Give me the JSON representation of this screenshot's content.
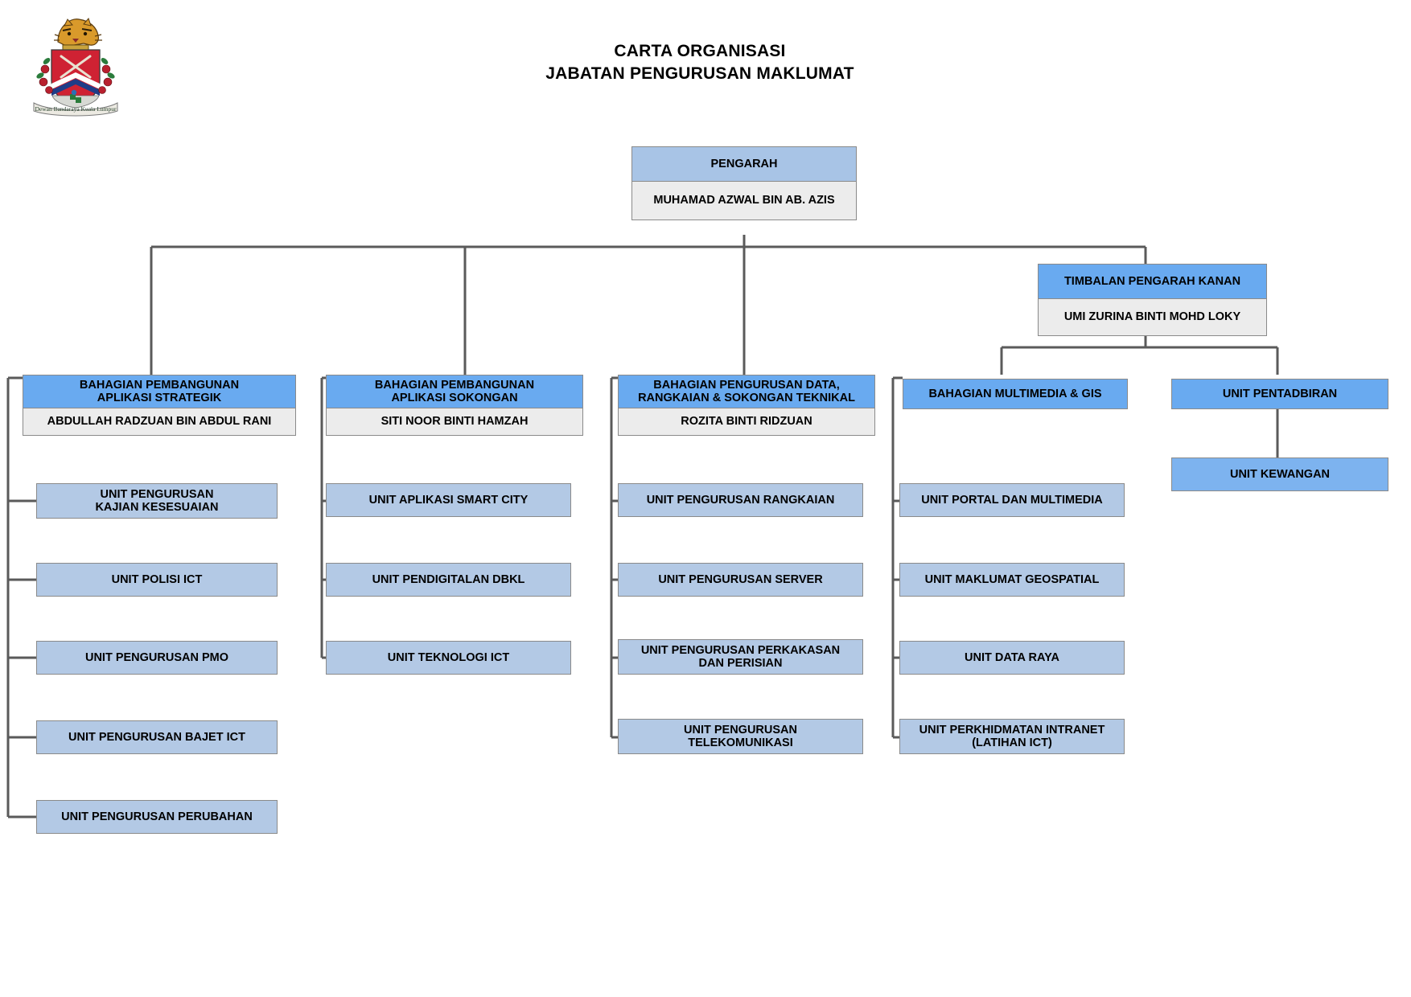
{
  "header": {
    "crest_name": "dbkl-coat-of-arms",
    "crest_motto": "Dewan Bandaraya Kuala Lumpur",
    "title_line1": "CARTA ORGANISASI",
    "title_line2": "JABATAN PENGURUSAN MAKLUMAT"
  },
  "colors": {
    "exec_title_bg": "#a8c4e6",
    "division_title_bg": "#69aaf0",
    "name_bg": "#ececec",
    "unit_bg": "#b3c9e5",
    "unit_strong_bg": "#7db3ef",
    "border": "#8a8a8a",
    "connector": "#5a5a5a",
    "text": "#000000"
  },
  "chart_data": {
    "type": "diagram",
    "title": "CARTA ORGANISASI JABATAN PENGURUSAN MAKLUMAT",
    "nodes": {
      "director": {
        "title": "PENGARAH",
        "name": "MUHAMAD AZWAL BIN AB. AZIS"
      },
      "deputy_director": {
        "title": "TIMBALAN PENGARAH KANAN",
        "name": "UMI ZURINA BINTI MOHD LOKY"
      },
      "divisions": [
        {
          "title_line1": "BAHAGIAN PEMBANGUNAN",
          "title_line2": "APLIKASI STRATEGIK",
          "name": "ABDULLAH RADZUAN BIN ABDUL RANI",
          "units": [
            {
              "line1": "UNIT PENGURUSAN",
              "line2": "KAJIAN KESESUAIAN"
            },
            {
              "line1": "UNIT POLISI ICT",
              "line2": ""
            },
            {
              "line1": "UNIT PENGURUSAN PMO",
              "line2": ""
            },
            {
              "line1": "UNIT PENGURUSAN BAJET ICT",
              "line2": ""
            },
            {
              "line1": "UNIT PENGURUSAN PERUBAHAN",
              "line2": ""
            }
          ]
        },
        {
          "title_line1": "BAHAGIAN PEMBANGUNAN",
          "title_line2": "APLIKASI SOKONGAN",
          "name": "SITI NOOR BINTI HAMZAH",
          "units": [
            {
              "line1": "UNIT APLIKASI SMART CITY",
              "line2": ""
            },
            {
              "line1": "UNIT PENDIGITALAN DBKL",
              "line2": ""
            },
            {
              "line1": "UNIT TEKNOLOGI ICT",
              "line2": ""
            }
          ]
        },
        {
          "title_line1": "BAHAGIAN PENGURUSAN DATA,",
          "title_line2": "RANGKAIAN & SOKONGAN TEKNIKAL",
          "name": "ROZITA BINTI RIDZUAN",
          "units": [
            {
              "line1": "UNIT PENGURUSAN RANGKAIAN",
              "line2": ""
            },
            {
              "line1": "UNIT PENGURUSAN SERVER",
              "line2": ""
            },
            {
              "line1": "UNIT PENGURUSAN PERKAKASAN",
              "line2": "DAN PERISIAN"
            },
            {
              "line1": "UNIT PENGURUSAN",
              "line2": "TELEKOMUNIKASI"
            }
          ]
        },
        {
          "title_line1": "BAHAGIAN MULTIMEDIA & GIS",
          "title_line2": "",
          "name": "",
          "units": [
            {
              "line1": "UNIT PORTAL DAN MULTIMEDIA",
              "line2": ""
            },
            {
              "line1": "UNIT MAKLUMAT GEOSPATIAL",
              "line2": ""
            },
            {
              "line1": "UNIT DATA RAYA",
              "line2": ""
            },
            {
              "line1": "UNIT PERKHIDMATAN INTRANET",
              "line2": "(LATIHAN ICT)"
            }
          ]
        },
        {
          "title_line1": "UNIT PENTADBIRAN",
          "title_line2": "",
          "name": "",
          "units": [
            {
              "line1": "UNIT KEWANGAN",
              "line2": ""
            }
          ]
        }
      ]
    }
  }
}
